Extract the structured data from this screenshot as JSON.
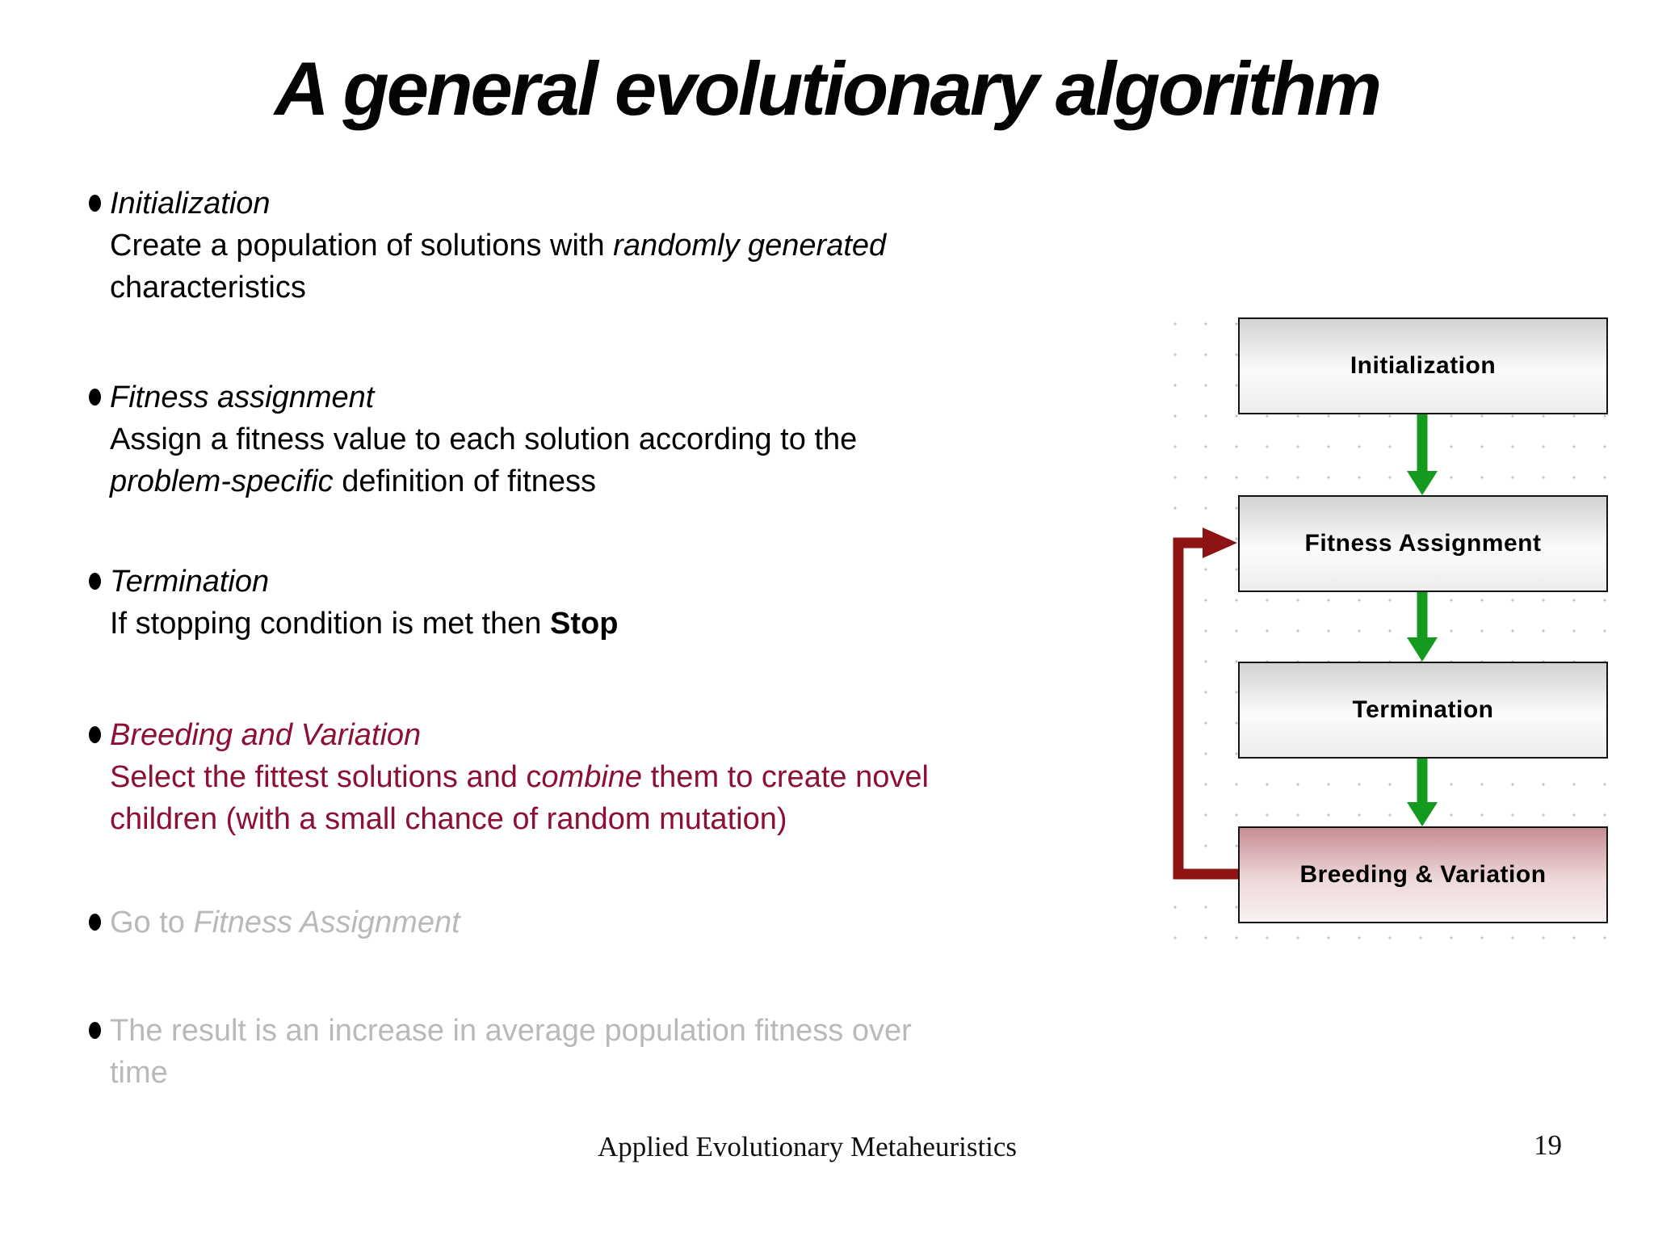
{
  "slide": {
    "title": "A general evolutionary algorithm",
    "footer": {
      "center": "Applied Evolutionary Metaheuristics",
      "page_number": "19"
    },
    "colors": {
      "body_text": "#000000",
      "accent_red_text": "#8b1034",
      "muted_gray_text": "#b9b9b9",
      "loop_arrow_red": "#8e1313",
      "flow_arrow_green": "#149a1e",
      "gray_box_top": "#d2d2d2",
      "red_box_top": "#c78e94"
    },
    "bullets": [
      {
        "heading": "Initialization",
        "line1_pre": "Create a population of solutions with ",
        "line1_italic": "randomly generated",
        "line2": "characteristics"
      },
      {
        "heading": "Fitness assignment",
        "line1": "Assign a fitness value to each solution according to the",
        "line2_italic": "problem-specific",
        "line2_rest": " definition of fitness"
      },
      {
        "heading": "Termination",
        "line1_pre": "If stopping condition is met then ",
        "line1_bold": "Stop"
      },
      {
        "heading": "Breeding and Variation",
        "line1_pre": "Select the fittest solutions and c",
        "line1_italic": "ombine",
        "line1_rest": " them to create novel",
        "line2": "children (with a small chance of random mutation)"
      },
      {
        "line1_pre": "Go to ",
        "line1_italic": "Fitness Assignment"
      },
      {
        "line1": "The result is an increase in average population fitness over",
        "line2": "time"
      }
    ]
  },
  "diagram": {
    "boxes": [
      {
        "label": "Initialization"
      },
      {
        "label": "Fitness Assignment"
      },
      {
        "label": "Termination"
      },
      {
        "label": "Breeding & Variation"
      }
    ]
  }
}
